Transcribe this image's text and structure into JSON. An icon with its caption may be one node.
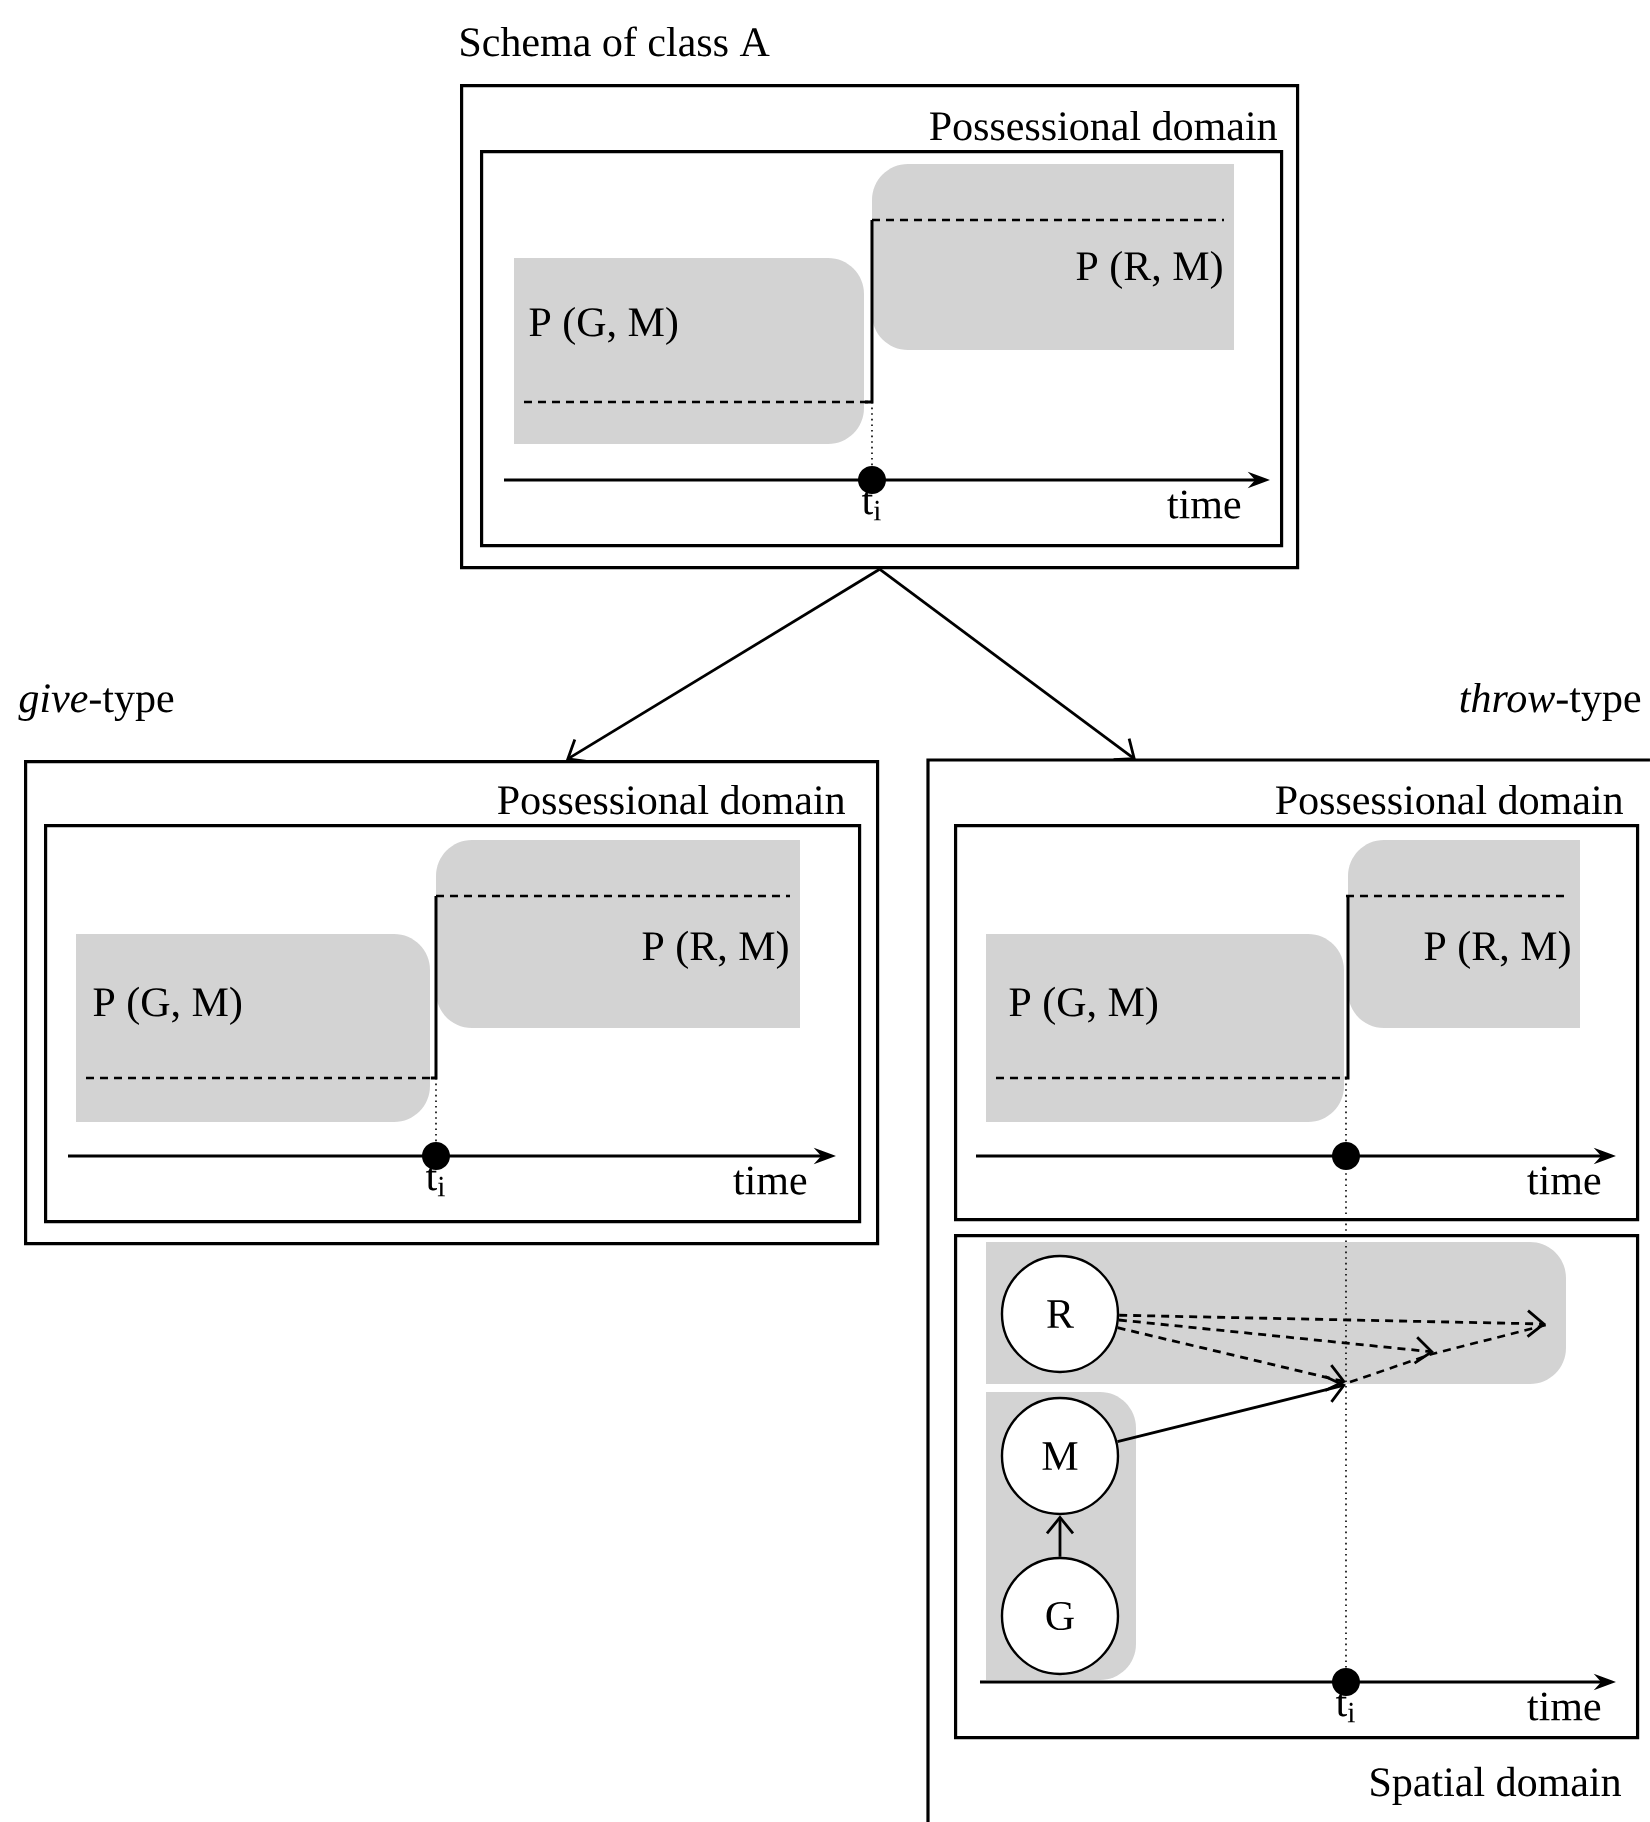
{
  "diagram": {
    "nodes": [
      {
        "text": [
          "Schema of class A"
        ]
      },
      {
        "text": [
          "Possessional domain"
        ],
        "in": 0
      },
      {
        "text": [
          "P (G, M)"
        ],
        "in": 1
      },
      {
        "text": [
          "P (R, M)"
        ],
        "in": 1
      },
      {
        "text": [
          "*give*-type"
        ]
      },
      {
        "text": [
          "Possessional domain"
        ],
        "in": 4
      },
      {
        "text": [
          "P (G, M)"
        ],
        "in": 5
      },
      {
        "text": [
          "P (R, M)"
        ],
        "in": 5
      },
      {
        "text": [
          "*throw*-type"
        ]
      },
      {
        "text": [
          "Possessional domain"
        ],
        "in": 8
      },
      {
        "text": [
          "P (G, M)"
        ],
        "in": 9
      },
      {
        "text": [
          "P (R, M)"
        ],
        "in": 9
      },
      {
        "text": [
          "Spatial domain"
        ],
        "in": 8
      },
      {
        "text": [],
        "shape": "box",
        "in": 12
      },
      {
        "text": [
          "R"
        ],
        "in": 13
      },
      {
        "text": [],
        "shape": "box",
        "in": 12
      },
      {
        "text": [
          "M"
        ],
        "in": 15
      },
      {
        "text": [
          "G"
        ],
        "in": 15
      }
    ],
    "edges": [
      {
        "from": 0,
        "to": 4,
        "arrow": "to"
      },
      {
        "from": 0,
        "to": 8,
        "arrow": "to"
      },
      {
        "from": 17,
        "to": 16,
        "arrow": "to"
      },
      {
        "from": 16,
        "to": 13,
        "arrow": "to"
      },
      {
        "from": 14,
        "to": null,
        "arrow": "to",
        "style": "dashed"
      },
      {
        "from": 14,
        "to": null,
        "arrow": "to",
        "style": "dashed"
      },
      {
        "from": 14,
        "to": null,
        "arrow": "to",
        "style": "dashed"
      },
      {
        "from": 2,
        "to": 3,
        "arrow": "none"
      },
      {
        "from": 6,
        "to": 7,
        "arrow": "none"
      },
      {
        "from": 10,
        "to": 11,
        "arrow": "none"
      }
    ],
    "labels": [
      "t$_{i}$",
      "time",
      "t$_{i}$",
      "time",
      "time",
      "t$_{i}$",
      "time"
    ]
  }
}
